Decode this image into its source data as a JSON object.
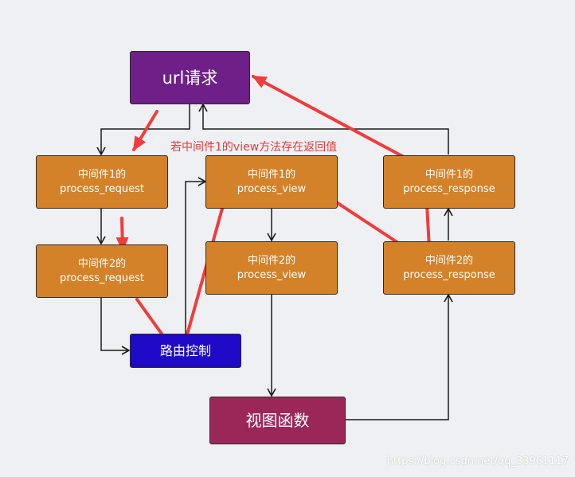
{
  "nodes": {
    "url_request": {
      "label": "url请求",
      "color": "#6e2088"
    },
    "mw1_request": {
      "line1": "中间件1的",
      "line2": "process_request",
      "color": "#d4822a"
    },
    "mw2_request": {
      "line1": "中间件2的",
      "line2": "process_request",
      "color": "#d4822a"
    },
    "routing": {
      "label": "路由控制",
      "color": "#1f0ac7"
    },
    "mw1_view": {
      "line1": "中间件1的",
      "line2": "process_view",
      "color": "#d4822a"
    },
    "mw2_view": {
      "line1": "中间件2的",
      "line2": "process_view",
      "color": "#d4822a"
    },
    "view_function": {
      "label": "视图函数",
      "color": "#9b2757"
    },
    "mw1_response": {
      "line1": "中间件1的",
      "line2": "process_response",
      "color": "#d4822a"
    },
    "mw2_response": {
      "line1": "中间件2的",
      "line2": "process_response",
      "color": "#d4822a"
    }
  },
  "annotation": "若中间件1的view方法存在返回值",
  "annotation_color": "#e23a3a",
  "watermark": "https://blog.csdn.net/qq_33961117",
  "connectors": [
    {
      "from": "url_request",
      "to": "mw1_request"
    },
    {
      "from": "mw1_request",
      "to": "mw2_request"
    },
    {
      "from": "mw2_request",
      "to": "routing"
    },
    {
      "from": "routing",
      "to": "mw1_view"
    },
    {
      "from": "mw1_view",
      "to": "mw2_view"
    },
    {
      "from": "mw2_view",
      "to": "view_function"
    },
    {
      "from": "view_function",
      "to": "mw2_response"
    },
    {
      "from": "mw2_response",
      "to": "mw1_response"
    },
    {
      "from": "mw1_response",
      "to": "url_request"
    }
  ]
}
